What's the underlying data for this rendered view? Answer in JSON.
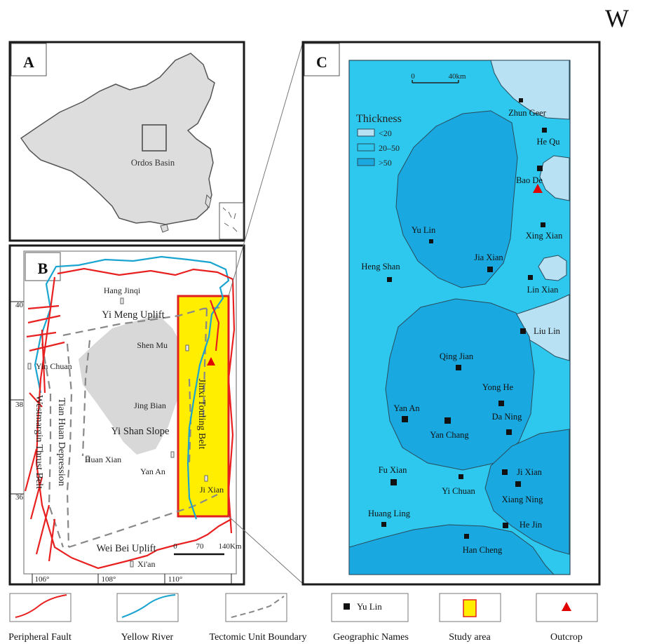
{
  "corner_mark": "W",
  "panel_a": {
    "label": "A",
    "study_label": "Ordos Basin"
  },
  "panel_b": {
    "label": "B",
    "lat_ticks": [
      "40",
      "38",
      "36"
    ],
    "lon_ticks": [
      "106°",
      "108°",
      "110°"
    ],
    "places": [
      "Hang Jinqi",
      "Shen Mu",
      "Yin Chuan",
      "Jing Bian",
      "Huan Xian",
      "Yan An",
      "Ji Xian",
      "Xi'an"
    ],
    "units": [
      "Yi Meng Uplift",
      "Yi Shan Slope",
      "Wei Bei Uplift",
      "Tian Huan Depression",
      "Westmargin Thrust Belt",
      "Jinxi Touling Belt"
    ],
    "scale": [
      "0",
      "70",
      "140Km"
    ]
  },
  "panel_c": {
    "label": "C",
    "scale": [
      "0",
      "40km"
    ],
    "legend_title": "Thickness",
    "legend_items": [
      "<20",
      "20–50",
      ">50"
    ],
    "colors": {
      "lt20": "#b8e2f4",
      "mid": "#2ec8ee",
      "gt50": "#1aa8e0",
      "outline": "#2a4a5a"
    },
    "places": [
      "Zhun Geer",
      "He Qu",
      "Bao De",
      "Yu Lin",
      "Jia Xian",
      "Xing Xian",
      "Heng Shan",
      "Lin Xian",
      "Liu Lin",
      "Qing Jian",
      "Yong He",
      "Yan An",
      "Da Ning",
      "Yan Chang",
      "Fu Xian",
      "Yi Chuan",
      "Ji Xian",
      "Xiang Ning",
      "Huang Ling",
      "He Jin",
      "Han Cheng"
    ]
  },
  "legend": {
    "items": [
      "Peripheral Fault",
      "Yellow River",
      "Tectomic Unit Boundary",
      "Geographic Names",
      "Study area",
      "Outcrop"
    ],
    "sample_name": "Yu Lin",
    "colors": {
      "fault": "#e82020",
      "river": "#1aa4d0",
      "boundary": "#888888",
      "study": "#ffee00",
      "outcrop": "#e00000"
    }
  }
}
